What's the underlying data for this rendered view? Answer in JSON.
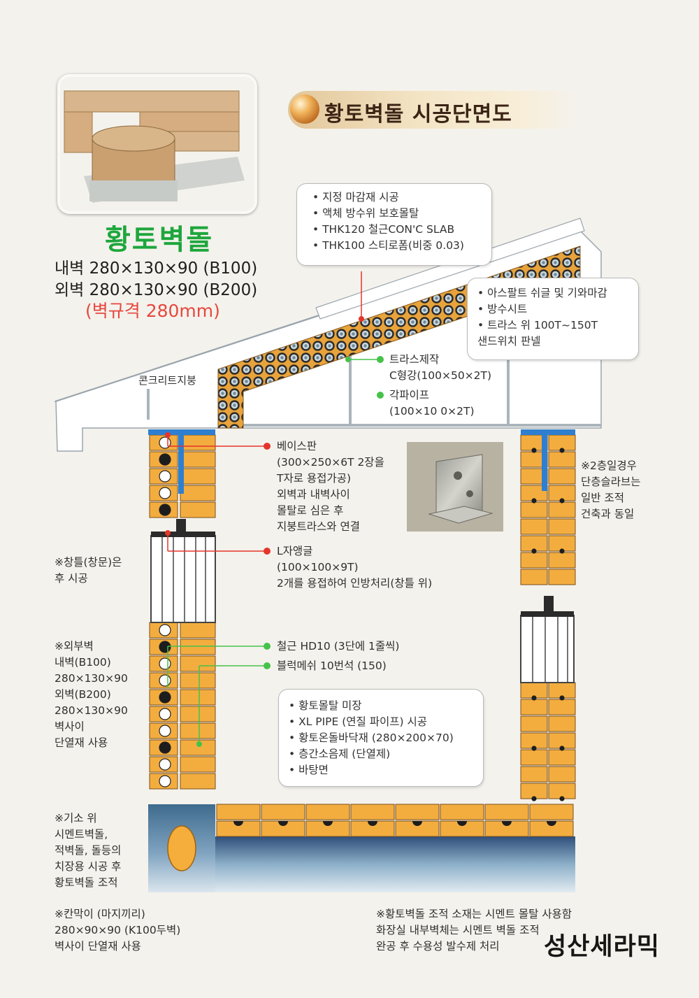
{
  "header": {
    "title": "황토벽돌 시공단면도"
  },
  "product": {
    "title": "황토벽돌",
    "inner_spec": "내벽 280×130×90 (B100)",
    "outer_spec": "외벽 280×130×90 (B200)",
    "size_note": "(벽규격 280mm)"
  },
  "callouts": {
    "roof_top": [
      "• 지정 마감재 시공",
      "• 액체 방수위 보호몰탈",
      "• THK120 철근CON'C SLAB",
      "• THK100 스티로폼(비중 0.03)"
    ],
    "roof_right": [
      "• 아스팔트 쉬글 및 기와마감",
      "• 방수시트",
      "• 트라스 위 100T~150T",
      "   샌드위치 판넬"
    ],
    "floor": [
      "• 황토몰탈 미장",
      "• XL PIPE (연질 파이프) 시공",
      "• 황토온돌바닥재 (280×200×70)",
      "• 층간소음제 (단열제)",
      "• 바탕면"
    ]
  },
  "labels": {
    "concrete_roof": "콘크리트지붕",
    "truss": [
      "트라스제작",
      "C형강(100×50×2T)"
    ],
    "square_pipe": [
      "각파이프",
      "(100×10  0×2T)"
    ],
    "base_plate": [
      "베이스판",
      "(300×250×6T 2장을",
      " T자로 용접가공)",
      "외벽과 내벽사이",
      "몰탈로 심은 후",
      "지붕트라스와 연결"
    ],
    "l_angle": [
      "L자앵글",
      "(100×100×9T)",
      "2개를 용접하여 인방처리(창틀 위)"
    ],
    "rebar": "철근 HD10 (3단에 1줄씩)",
    "block_mesh": "블럭메쉬 10번석 (150)",
    "second_floor": [
      "※2층일경우",
      "  단층슬라브는",
      "  일반 조적",
      "  건축과 동일"
    ],
    "window": [
      "※창틀(창문)은",
      "  후 시공"
    ],
    "outer_wall": [
      "※외부벽",
      "  내벽(B100)",
      "  280×130×90",
      "  외벽(B200)",
      "  280×130×90",
      "  벽사이",
      "  단열재 사용"
    ],
    "foundation": [
      "※기소 위",
      "  시멘트벽돌,",
      "  적벽돌, 돌등의",
      "  치장용 시공 후",
      "  황토벽돌 조적"
    ],
    "partition": [
      "※칸막이 (마지끼리)",
      "  280×90×90 (K100두벽)",
      "  벽사이 단열재 사용"
    ],
    "note_bottom": [
      "※황토벽돌 조적 소재는 시멘트 몰탈 사용함",
      "  화장실 내부벽체는 시멘트 벽돌 조적",
      "  완공 후 수용성 발수제 처리"
    ]
  },
  "brand": "성산세라믹",
  "colors": {
    "brick": "#f3ad3f",
    "brick_edge": "#7a4e18",
    "accent_red": "#e5352b",
    "accent_green": "#46c24a",
    "steel_blue": "#2f7fd0",
    "title_green": "#1ea63c"
  }
}
